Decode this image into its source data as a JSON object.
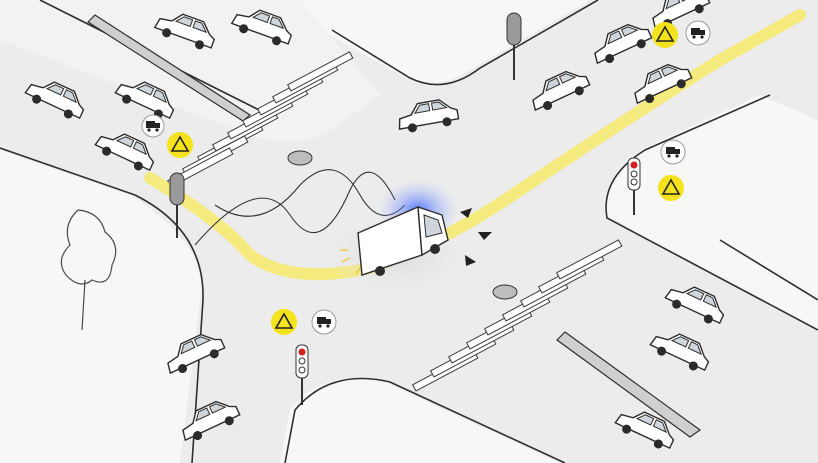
{
  "scene": {
    "colors": {
      "road": "#ececec",
      "sidewalk": "#f7f7f7",
      "path": "#f6ea6a",
      "warning_badge": "#f4e31c",
      "sensor_glow": "#4d74ff",
      "signal_red": "#d42020",
      "truck_glow": "#e9e9e9"
    },
    "icons": {
      "warning": "warning-triangle-icon",
      "vehicle": "delivery-truck-icon",
      "traffic_light": "traffic-light-icon"
    },
    "callout_count": 4,
    "traffic_light_count": 2,
    "delivery_vehicle": "autonomous-delivery-truck"
  }
}
